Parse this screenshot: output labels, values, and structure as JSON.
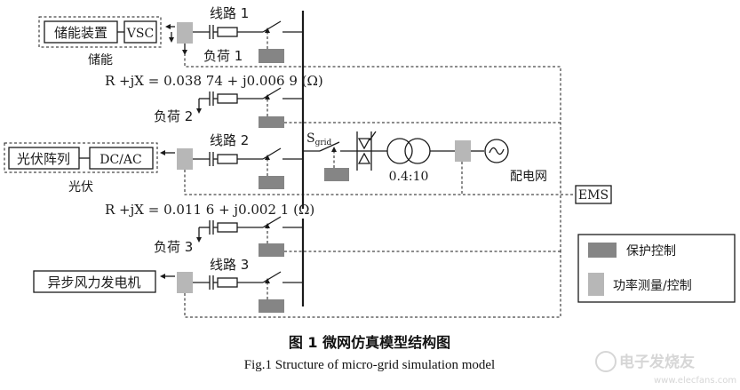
{
  "storage": {
    "device_label": "储能装置",
    "converter_label": "VSC",
    "group_label": "储能"
  },
  "pv": {
    "array_label": "光伏阵列",
    "converter_label": "DC/AC",
    "group_label": "光伏"
  },
  "wind": {
    "generator_label": "异步风力发电机"
  },
  "lines": {
    "line1": "线路 1",
    "line2": "线路 2",
    "line3": "线路 3"
  },
  "loads": {
    "load1": "负荷 1",
    "load2": "负荷 2",
    "load3": "负荷 3"
  },
  "impedance": {
    "upper": "R +jX = 0.038 74 + j0.006 9 (Ω)",
    "lower": "R +jX = 0.011 6 + j0.002 1 (Ω)"
  },
  "grid": {
    "switch_label": "S",
    "switch_subscript": "grid",
    "transformer_ratio": "0.4:10",
    "grid_label": "配电网",
    "ems_label": "EMS"
  },
  "legend": {
    "protection": "保护控制",
    "power": "功率测量/控制"
  },
  "caption": {
    "zh": "图 1  微网仿真模型结构图",
    "en": "Fig.1  Structure of micro-grid simulation model"
  },
  "watermark": {
    "text": "电子发烧友",
    "site": "www.elecfans.com"
  },
  "colors": {
    "protection_block": "#858585",
    "power_block": "#b7b7b7",
    "line": "#1a1a1a"
  }
}
